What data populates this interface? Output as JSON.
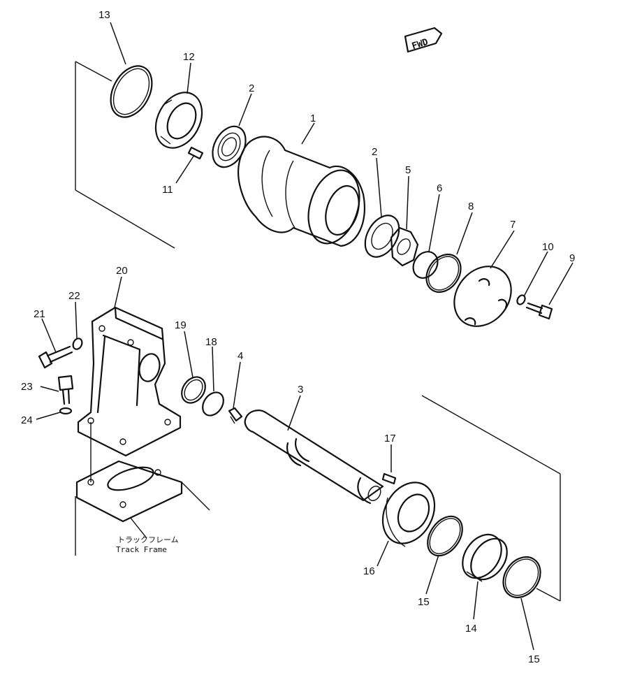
{
  "direction_marker": "FWD",
  "frame_label_jp": "トラックフレーム",
  "frame_label_en": "Track Frame",
  "part_numbers": [
    "13",
    "12",
    "2",
    "1",
    "11",
    "2",
    "5",
    "6",
    "8",
    "7",
    "10",
    "9",
    "20",
    "22",
    "21",
    "19",
    "18",
    "4",
    "3",
    "23",
    "24",
    "17",
    "16",
    "15",
    "14",
    "15"
  ]
}
